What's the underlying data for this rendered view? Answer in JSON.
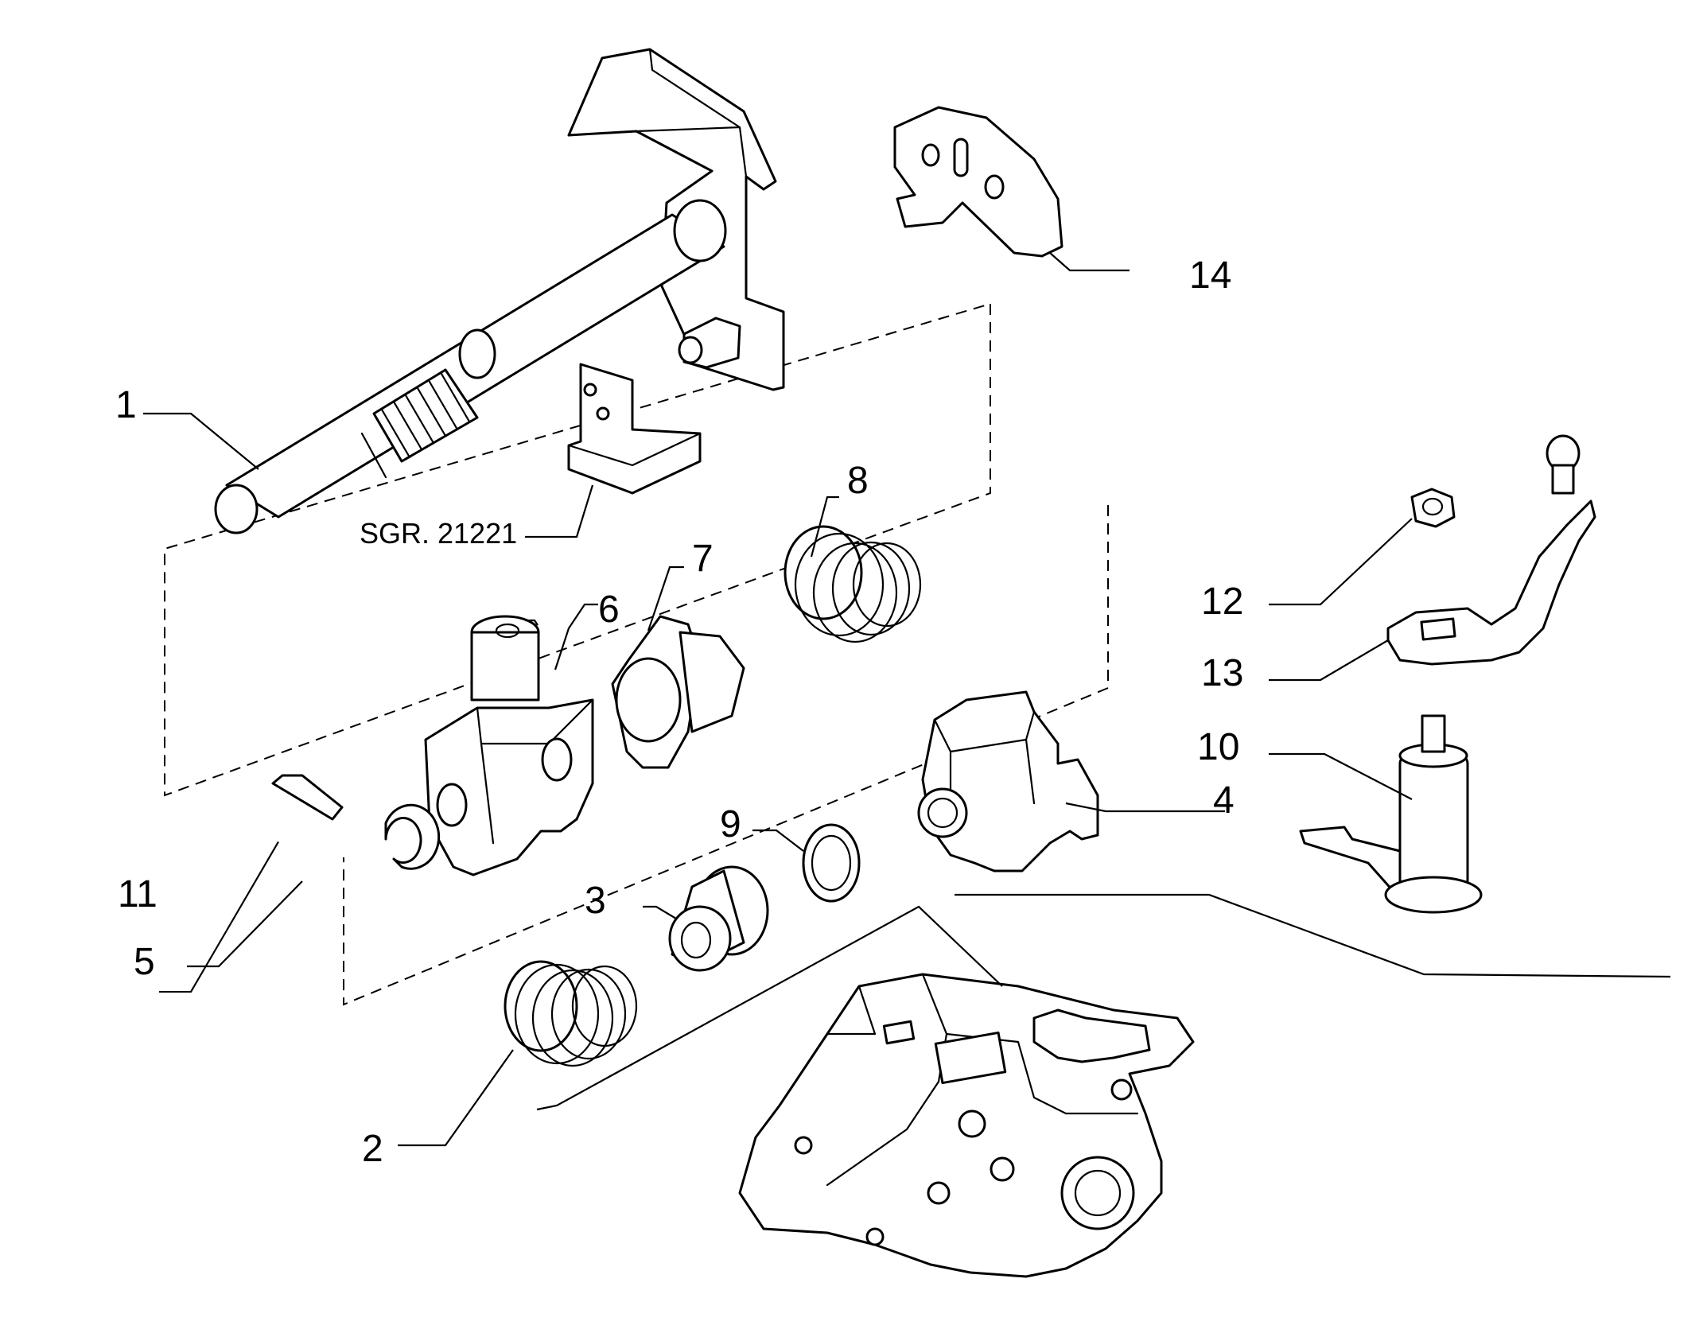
{
  "callouts": {
    "c1": "1",
    "c2": "2",
    "c3": "3",
    "c4": "4",
    "c5": "5",
    "c6": "6",
    "c7": "7",
    "c8": "8",
    "c9": "9",
    "c10": "10",
    "c11": "11",
    "c12": "12",
    "c13": "13",
    "c14": "14"
  },
  "reference": "SGR. 21221"
}
